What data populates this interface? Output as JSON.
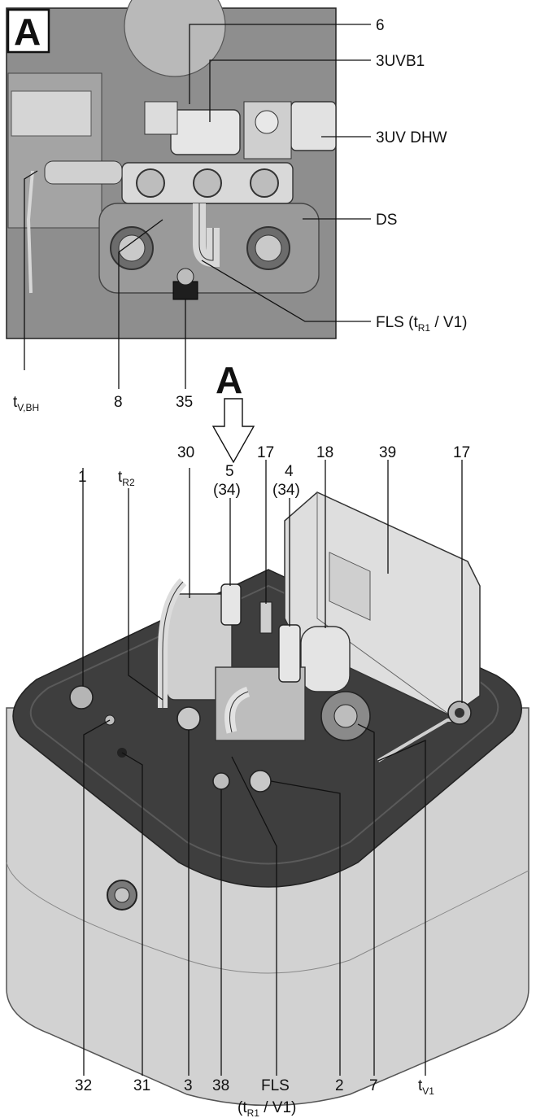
{
  "view_letter": "A",
  "detail_labels": {
    "l6": "6",
    "l3uvb1": "3UVB1",
    "l3uvdhw": "3UV DHW",
    "lds": "DS",
    "lfls_a": "FLS (t",
    "lfls_a_sub": "R1",
    "lfls_a_tail": " / V1)",
    "ltv_main": "t",
    "ltv_sub": "V,BH",
    "l8": "8",
    "l35": "35"
  },
  "main_labels": {
    "l30": "30",
    "l17a": "17",
    "l18": "18",
    "l39": "39",
    "l17b": "17",
    "l1": "1",
    "ltr2_main": "t",
    "ltr2_sub": "R2",
    "l5": "5",
    "l5b": "(34)",
    "l4": "4",
    "l4b": "(34)",
    "l32": "32",
    "l31": "31",
    "l3": "3",
    "l38": "38",
    "lfls_b": "FLS",
    "lfls_b2_pre": "(t",
    "lfls_b2_sub": "R1",
    "lfls_b2_tail": " / V1)",
    "l2": "2",
    "l7": "7",
    "ltv1_main": "t",
    "ltv1_sub": "V1"
  },
  "colors": {
    "photo_bg": "#8e8e8e",
    "tray": "#9a9a9a",
    "base_top": "#3e3e3e",
    "base_side": "#cfcfcf",
    "metal": "#d6d6d6"
  }
}
